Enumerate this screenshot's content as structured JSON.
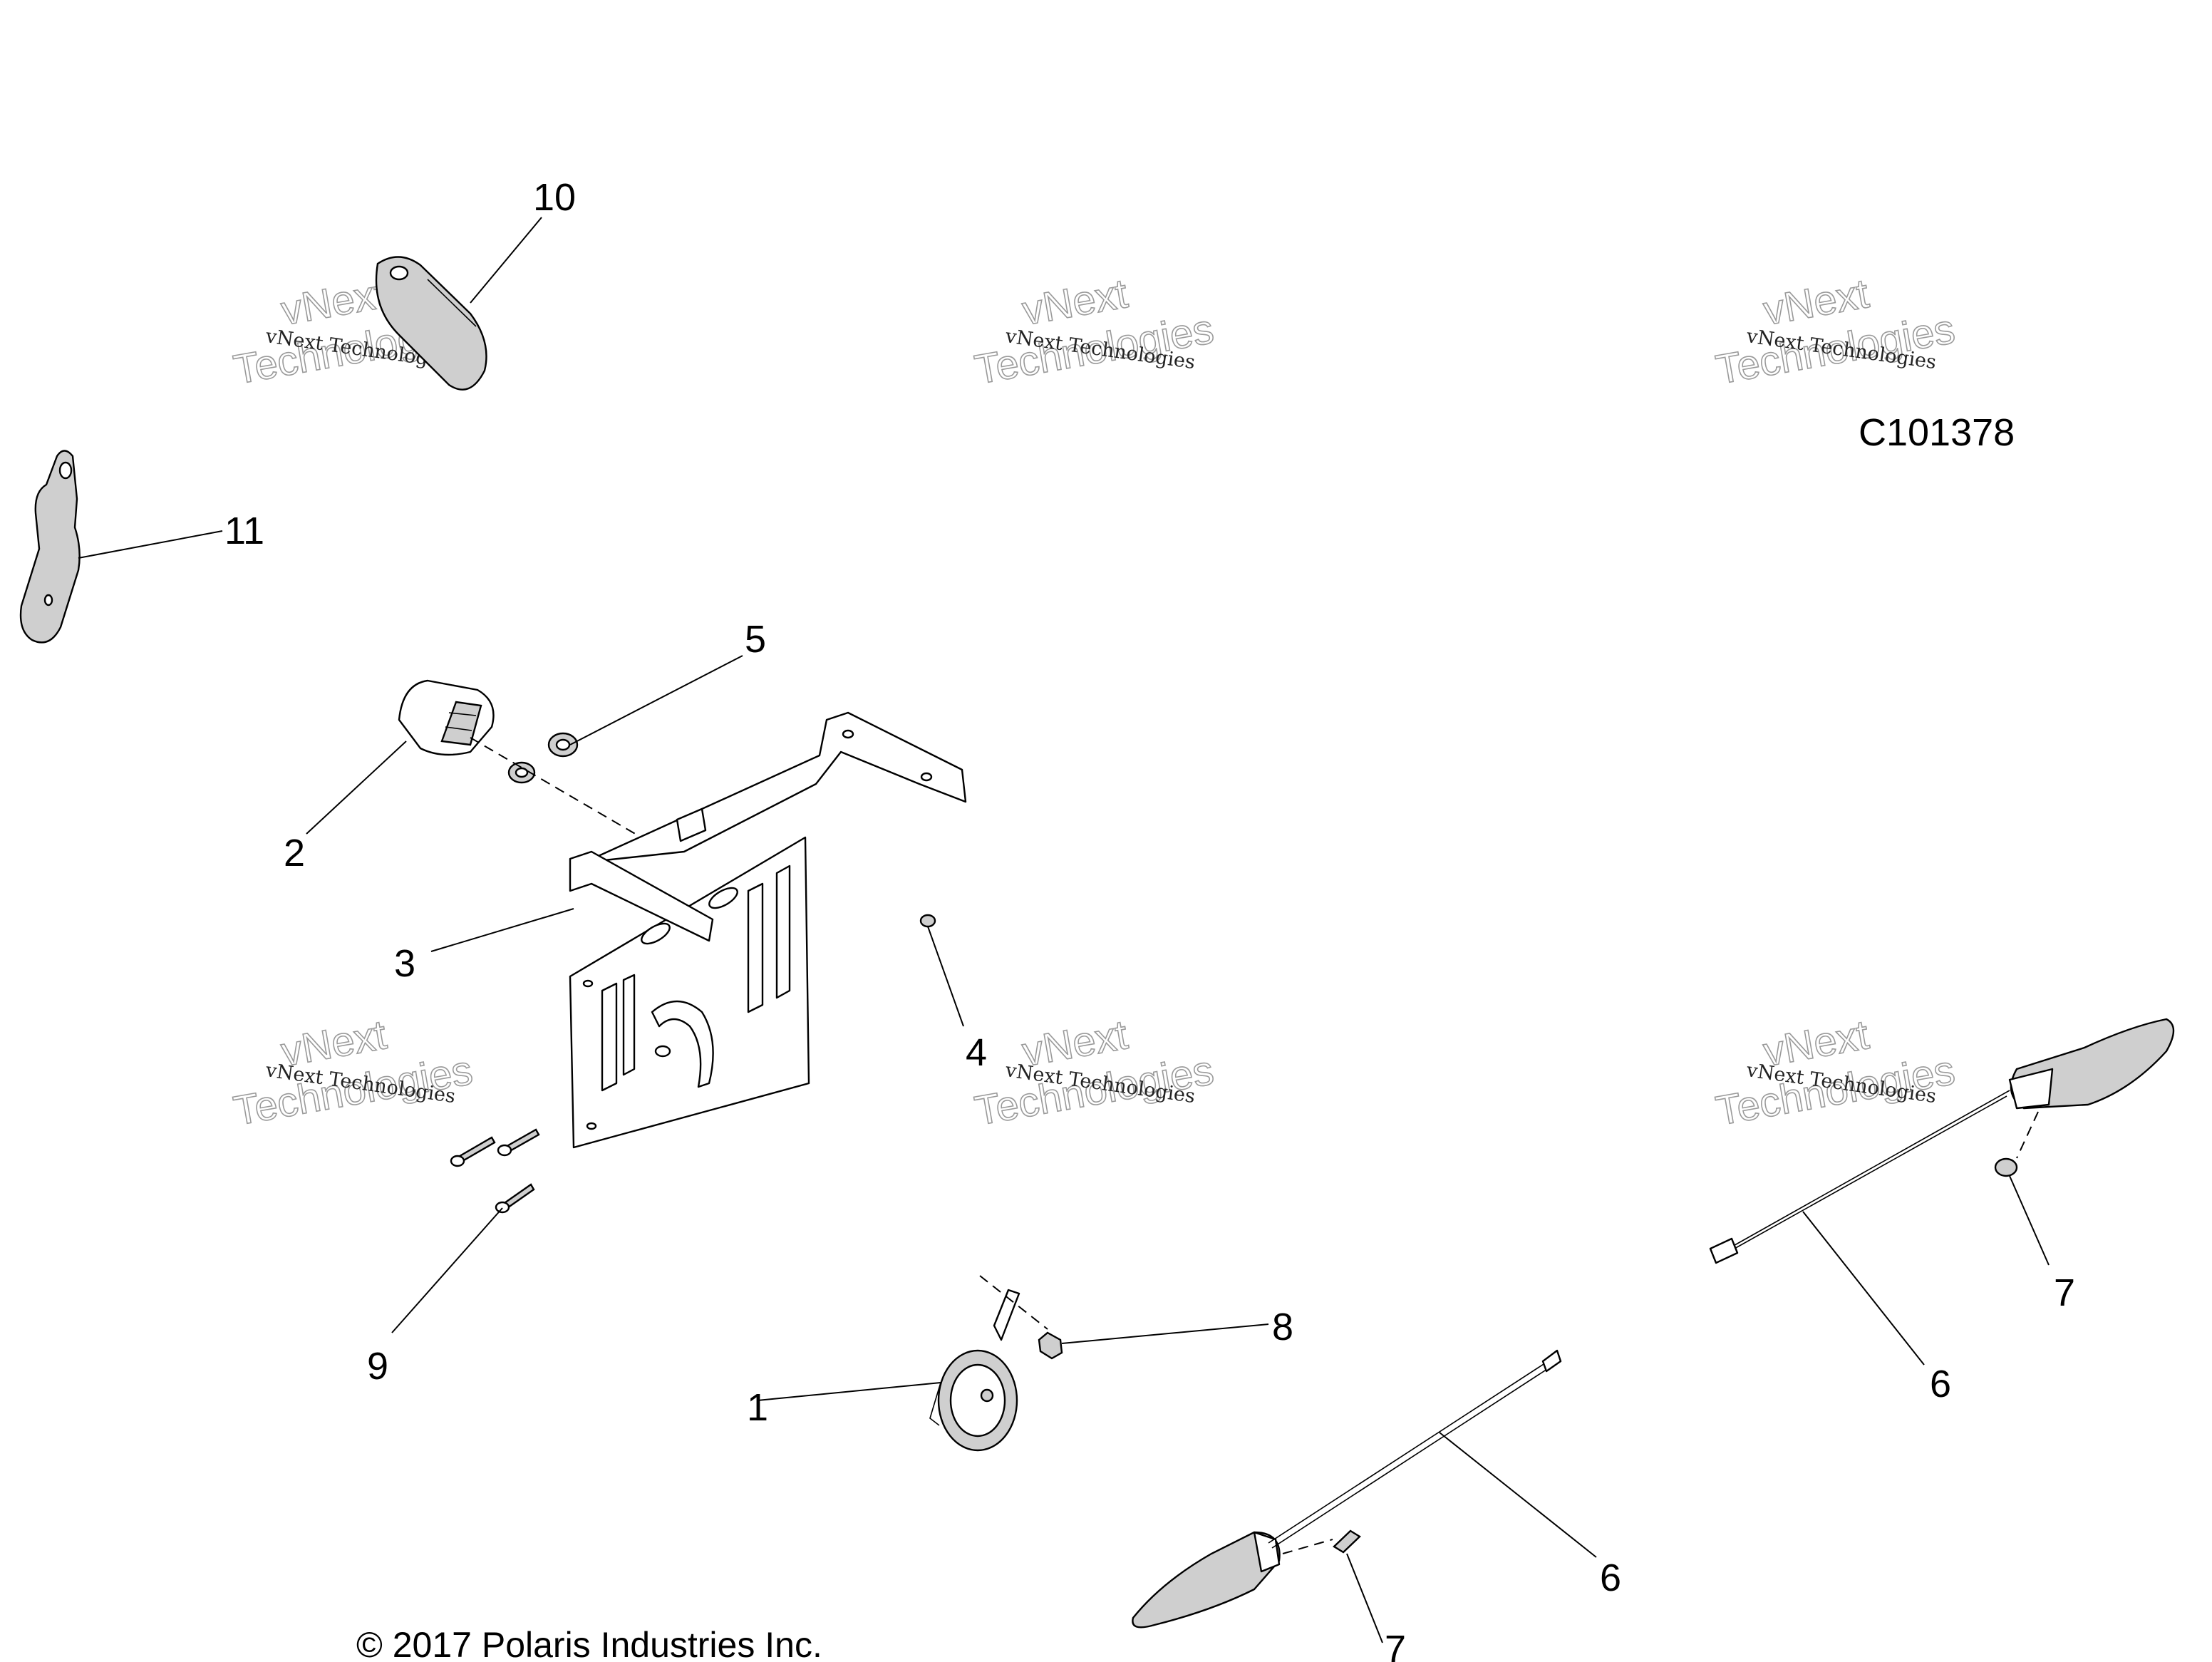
{
  "diagram_code": "C101378",
  "copyright": "© 2017 Polaris Industries Inc.",
  "watermark": {
    "small": "vNext Technologies",
    "big_line1": "vNext",
    "big_line2": "Technologies"
  },
  "callouts": [
    {
      "id": "1",
      "label": "1"
    },
    {
      "id": "2",
      "label": "2"
    },
    {
      "id": "3",
      "label": "3"
    },
    {
      "id": "4",
      "label": "4"
    },
    {
      "id": "5",
      "label": "5"
    },
    {
      "id": "6a",
      "label": "6"
    },
    {
      "id": "6b",
      "label": "6"
    },
    {
      "id": "7a",
      "label": "7"
    },
    {
      "id": "7b",
      "label": "7"
    },
    {
      "id": "8",
      "label": "8"
    },
    {
      "id": "9",
      "label": "9"
    },
    {
      "id": "10",
      "label": "10"
    },
    {
      "id": "11",
      "label": "11"
    }
  ]
}
